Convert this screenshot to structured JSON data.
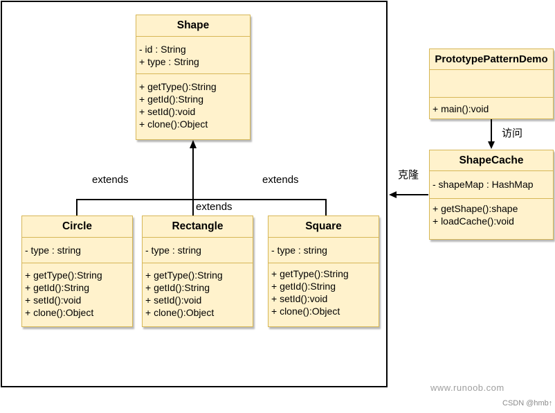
{
  "classes": {
    "shape": {
      "name": "Shape",
      "attributes": [
        "-  id : String",
        "+ type : String"
      ],
      "methods": [
        "+ getType():String",
        "+ getId():String",
        "+ setId():void",
        "+ clone():Object"
      ]
    },
    "circle": {
      "name": "Circle",
      "attributes": [
        "- type : string"
      ],
      "methods": [
        "+ getType():String",
        "+ getId():String",
        "+ setId():void",
        "+ clone():Object"
      ]
    },
    "rectangle": {
      "name": "Rectangle",
      "attributes": [
        "- type : string"
      ],
      "methods": [
        "+ getType():String",
        "+ getId():String",
        "+ setId():void",
        "+ clone():Object"
      ]
    },
    "square": {
      "name": "Square",
      "attributes": [
        "- type : string"
      ],
      "methods": [
        "+ getType():String",
        "+ getId():String",
        "+ setId():void",
        "+ clone():Object"
      ]
    },
    "demo": {
      "name": "PrototypePatternDemo",
      "attributes": [],
      "methods": [
        "+ main():void"
      ]
    },
    "cache": {
      "name": "ShapeCache",
      "attributes": [
        "- shapeMap : HashMap"
      ],
      "methods": [
        "+ getShape():shape",
        "+ loadCache():void"
      ]
    }
  },
  "labels": {
    "extends_left": "extends",
    "extends_right": "extends",
    "extends_center": "extends",
    "visit": "访问",
    "clone": "克隆"
  },
  "watermark": "www.runoob.com",
  "credit": "CSDN @hmb↑"
}
